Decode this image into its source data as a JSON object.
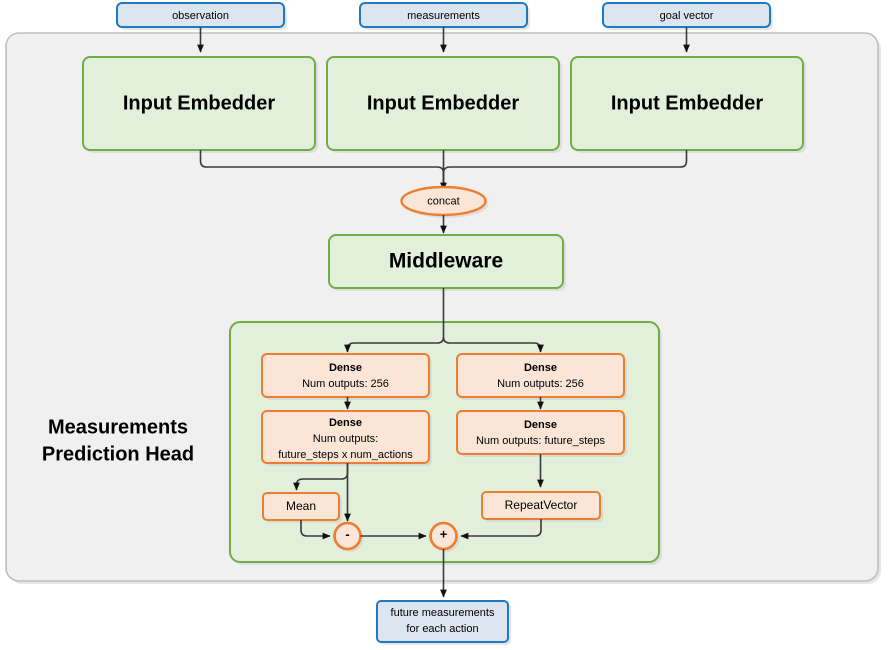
{
  "diagram": {
    "title": "Measurements Prediction Head network diagram",
    "colors": {
      "outer_fill": "#f0f0f0",
      "outer_border": "#bfbfbf",
      "green_border": "#70ad47",
      "green_fill": "#e2efda",
      "orange_border": "#ed7d31",
      "orange_fill": "#fbe5d6",
      "blue_border": "#1f7ac4",
      "blue_fill": "#dce6f1",
      "edge": "#3a3a3a"
    },
    "inputs": [
      {
        "label": "observation"
      },
      {
        "label": "measurements"
      },
      {
        "label": "goal vector"
      }
    ],
    "embedders": [
      {
        "label": "Input Embedder"
      },
      {
        "label": "Input Embedder"
      },
      {
        "label": "Input Embedder"
      }
    ],
    "concat": {
      "label": "concat"
    },
    "middleware": {
      "label": "Middleware"
    },
    "head": {
      "title_line1": "Measurements",
      "title_line2": "Prediction Head",
      "left_branch": {
        "dense1": {
          "title": "Dense",
          "sub": "Num outputs: 256"
        },
        "dense2": {
          "title": "Dense",
          "sub_line1": "Num outputs:",
          "sub_line2": "future_steps x num_actions"
        },
        "mean": {
          "label": "Mean"
        },
        "operator": {
          "label": "-"
        }
      },
      "right_branch": {
        "dense1": {
          "title": "Dense",
          "sub": "Num outputs: 256"
        },
        "dense2": {
          "title": "Dense",
          "sub": "Num outputs: future_steps"
        },
        "repeat_vector": {
          "label": "RepeatVector"
        }
      },
      "merge_operator": {
        "label": "+"
      }
    },
    "output": {
      "line1": "future measurements",
      "line2": "for each action"
    }
  }
}
